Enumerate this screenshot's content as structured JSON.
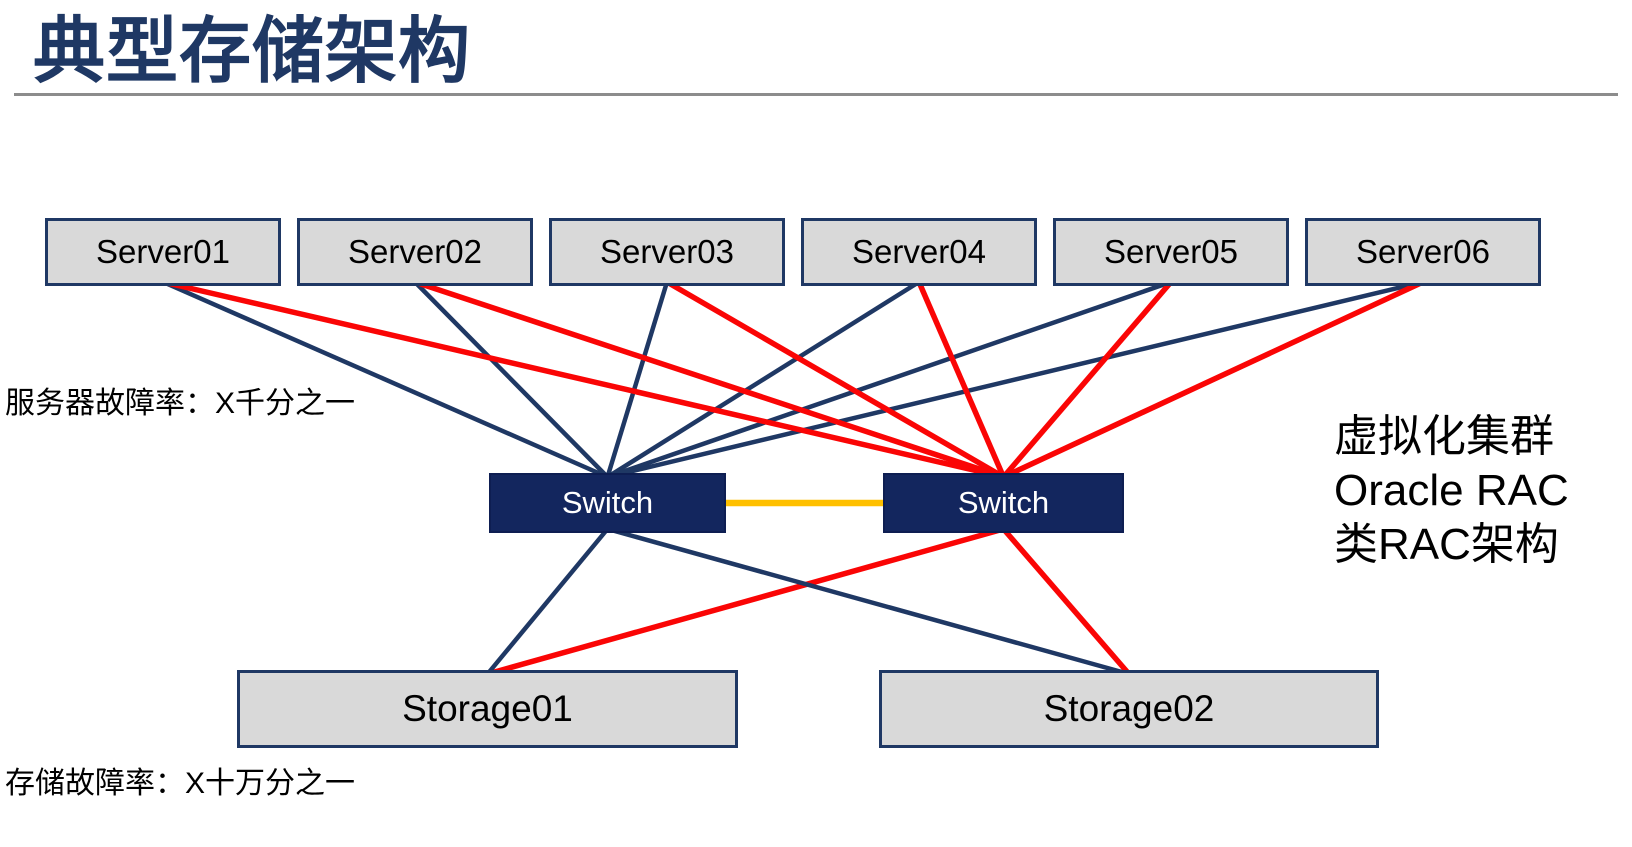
{
  "title": "典型存储架构",
  "servers": [
    "Server01",
    "Server02",
    "Server03",
    "Server04",
    "Server05",
    "Server06"
  ],
  "switches": {
    "left": "Switch",
    "right": "Switch"
  },
  "storages": [
    "Storage01",
    "Storage02"
  ],
  "captions": {
    "server_failure_rate": "服务器故障率：X千分之一",
    "storage_failure_rate": "存储故障率：X十万分之一"
  },
  "side_note": {
    "line1": "虚拟化集群",
    "line2": "Oracle RAC",
    "line3": "类RAC架构"
  },
  "colors": {
    "navy": "#1F3864",
    "red": "#FA0505",
    "gold": "#FFC000",
    "switch_fill": "#13265E",
    "box_fill": "#D9D9D9",
    "box_border": "#1F3864",
    "divider_gray": "#8C8C8C",
    "title_navy": "#1F3864",
    "text_black": "#000000"
  },
  "connections": [
    {
      "from": "server-1",
      "from_anchor": "bottom",
      "to": "switch-left",
      "to_anchor": "top",
      "color": "navy",
      "width": 4.5
    },
    {
      "from": "server-2",
      "from_anchor": "bottom",
      "to": "switch-left",
      "to_anchor": "top",
      "color": "navy",
      "width": 4.5
    },
    {
      "from": "server-3",
      "from_anchor": "bottom",
      "to": "switch-left",
      "to_anchor": "top",
      "color": "navy",
      "width": 4.5
    },
    {
      "from": "server-4",
      "from_anchor": "bottom",
      "to": "switch-left",
      "to_anchor": "top",
      "color": "navy",
      "width": 4.5
    },
    {
      "from": "server-5",
      "from_anchor": "bottom",
      "to": "switch-left",
      "to_anchor": "top",
      "color": "navy",
      "width": 4.5
    },
    {
      "from": "server-6",
      "from_anchor": "bottom",
      "to": "switch-left",
      "to_anchor": "top",
      "color": "navy",
      "width": 4.5
    },
    {
      "from": "server-1",
      "from_anchor": "bottom",
      "to": "switch-right",
      "to_anchor": "top",
      "color": "red",
      "width": 5.5
    },
    {
      "from": "server-2",
      "from_anchor": "bottom",
      "to": "switch-right",
      "to_anchor": "top",
      "color": "red",
      "width": 5.5
    },
    {
      "from": "server-3",
      "from_anchor": "bottom",
      "to": "switch-right",
      "to_anchor": "top",
      "color": "red",
      "width": 5.5
    },
    {
      "from": "server-4",
      "from_anchor": "bottom",
      "to": "switch-right",
      "to_anchor": "top",
      "color": "red",
      "width": 5.5
    },
    {
      "from": "server-5",
      "from_anchor": "bottom",
      "to": "switch-right",
      "to_anchor": "top",
      "color": "red",
      "width": 5.5
    },
    {
      "from": "server-6",
      "from_anchor": "bottom",
      "to": "switch-right",
      "to_anchor": "top",
      "color": "red",
      "width": 5.5
    },
    {
      "from": "switch-left",
      "from_anchor": "right",
      "to": "switch-right",
      "to_anchor": "left",
      "color": "gold",
      "width": 6.5
    },
    {
      "from": "switch-right",
      "from_anchor": "bottom",
      "to": "storage-1",
      "to_anchor": "top",
      "color": "red",
      "width": 5.5
    },
    {
      "from": "switch-right",
      "from_anchor": "bottom",
      "to": "storage-2",
      "to_anchor": "top",
      "color": "red",
      "width": 5.5
    },
    {
      "from": "switch-left",
      "from_anchor": "bottom",
      "to": "storage-1",
      "to_anchor": "top",
      "color": "navy",
      "width": 4.5
    },
    {
      "from": "switch-left",
      "from_anchor": "bottom",
      "to": "storage-2",
      "to_anchor": "top",
      "color": "navy",
      "width": 4.5
    }
  ]
}
